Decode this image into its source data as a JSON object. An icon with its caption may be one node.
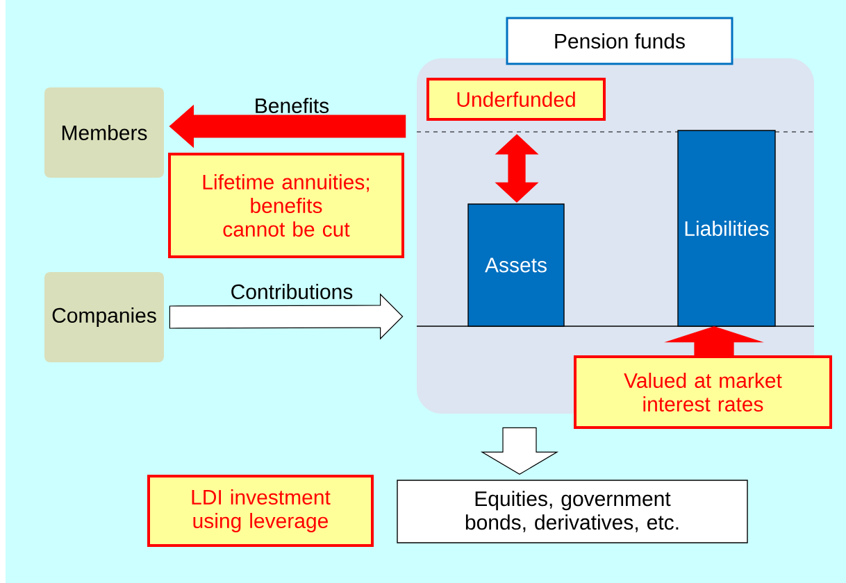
{
  "diagram": {
    "nodes": [
      {
        "text": [
          "Members"
        ]
      },
      {
        "text": [
          "Companies"
        ]
      },
      {
        "text": [
          "Pension funds"
        ]
      },
      {
        "text": [
          "Underfunded"
        ],
        "in": 2
      },
      {
        "text": [
          "Lifetime annuities; benefits cannot be cut"
        ]
      },
      {
        "text": [
          "Assets"
        ],
        "in": 2
      },
      {
        "text": [
          "Liabilities"
        ],
        "in": 2
      },
      {
        "text": [
          "Valued at market interest rates"
        ]
      },
      {
        "text": [
          "LDI investment using leverage"
        ]
      },
      {
        "text": [
          "Equities, government bonds, derivatives, etc."
        ]
      }
    ],
    "edges": [
      {
        "from": 2,
        "to": 0,
        "arrow": "to",
        "label": "Benefits",
        "color": "#ff0000"
      },
      {
        "from": 1,
        "to": 2,
        "arrow": "to",
        "label": "Contributions"
      },
      {
        "from": 7,
        "to": 6,
        "arrow": "to",
        "color": "#ff0000"
      },
      {
        "from": 2,
        "to": 9,
        "arrow": "to"
      },
      {
        "from": 3,
        "to": 5,
        "arrow": "both",
        "color": "#ff0000"
      }
    ]
  }
}
